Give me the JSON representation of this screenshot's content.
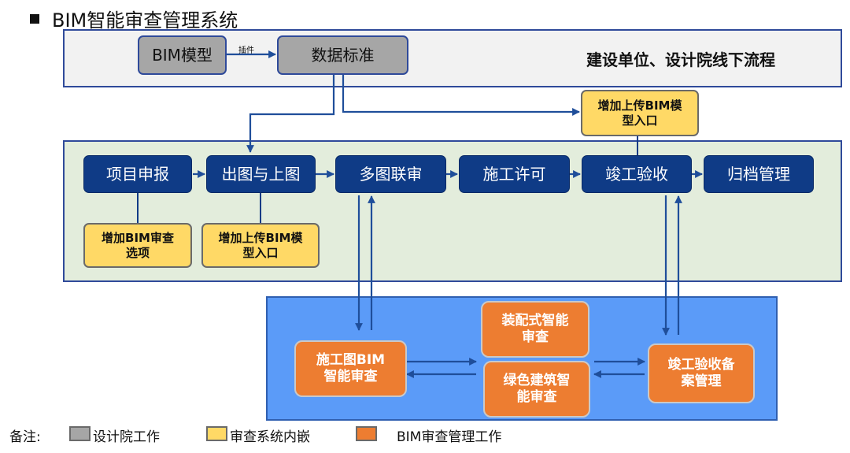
{
  "title": "BIM智能审查管理系统",
  "top_panel": {
    "bim_model": "BIM模型",
    "plugin_label": "插件",
    "data_standard": "数据标准",
    "offline_flow": "建设单位、设计院线下流程"
  },
  "flow": {
    "upload_top": "增加上传BIM模\n型入口",
    "steps": [
      "项目申报",
      "出图与上图",
      "多图联审",
      "施工许可",
      "竣工验收",
      "归档管理"
    ],
    "add_review_option": "增加BIM审查\n选项",
    "upload_mid": "增加上传BIM模\n型入口"
  },
  "review_system": {
    "construction_drawing": "施工图BIM\n智能审查",
    "prefab_review": "装配式智能\n审查",
    "green_building_review": "绿色建筑智\n能审查",
    "completion_filing": "竣工验收备\n案管理"
  },
  "legend": {
    "prefix": "备注:",
    "items": [
      {
        "label": "设计院工作",
        "color": "#a6a6a6"
      },
      {
        "label": "审查系统内嵌",
        "color": "#ffd966"
      },
      {
        "label": "BIM审查管理工作",
        "color": "#ed7d31"
      }
    ]
  },
  "colors": {
    "navy": "#0f3b86",
    "arrow": "#1f4e9a",
    "top_panel_bg": "#f2f2f2",
    "mid_panel_bg": "#e3eddc",
    "bottom_panel_bg": "#5b9bf8"
  }
}
